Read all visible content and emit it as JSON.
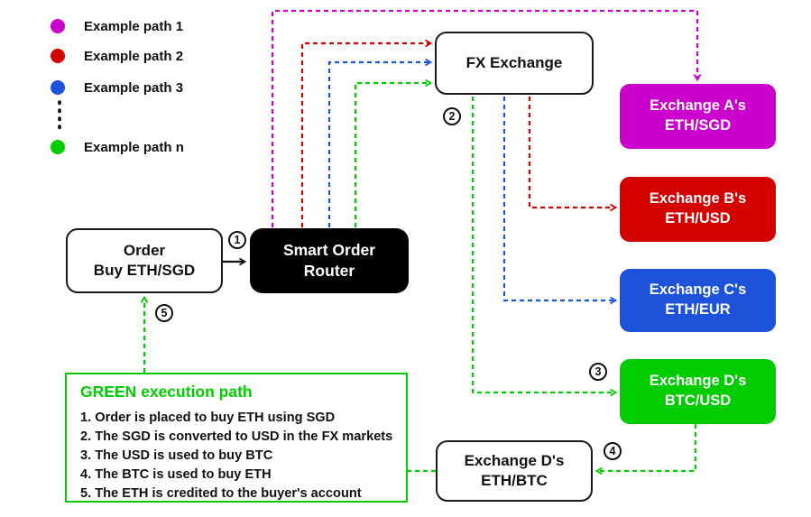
{
  "colors": {
    "magenta": "#CC00CC",
    "red": "#D40000",
    "blue": "#1D53DB",
    "green": "#00CC00",
    "black": "#111111"
  },
  "legend": {
    "items": [
      {
        "label": "Example path 1",
        "color": "#CC00CC"
      },
      {
        "label": "Example path 2",
        "color": "#D40000"
      },
      {
        "label": "Example path 3",
        "color": "#1D53DB"
      },
      {
        "label": "Example path n",
        "color": "#00CC00"
      }
    ]
  },
  "nodes": {
    "order": {
      "line1": "Order",
      "line2": "Buy ETH/SGD"
    },
    "router": {
      "line1": "Smart Order",
      "line2": "Router"
    },
    "fx": {
      "label": "FX Exchange"
    },
    "exchange_a": {
      "line1": "Exchange A's",
      "line2": "ETH/SGD",
      "color": "#CC00CC"
    },
    "exchange_b": {
      "line1": "Exchange B's",
      "line2": "ETH/USD",
      "color": "#D40000"
    },
    "exchange_c": {
      "line1": "Exchange C's",
      "line2": "ETH/EUR",
      "color": "#1D53DB"
    },
    "exchange_d": {
      "line1": "Exchange D's",
      "line2": "BTC/USD",
      "color": "#00CC00"
    },
    "exchange_d_ethbtc": {
      "line1": "Exchange D's",
      "line2": "ETH/BTC"
    }
  },
  "steps": [
    "1",
    "2",
    "3",
    "4",
    "5"
  ],
  "green_panel": {
    "title": "GREEN execution path",
    "items": [
      "1. Order is placed to buy ETH using SGD",
      "2. The SGD is converted to USD in the FX markets",
      "3. The USD is used to buy BTC",
      "4. The BTC is used to buy ETH",
      "5. The ETH is credited to the buyer's account"
    ]
  }
}
